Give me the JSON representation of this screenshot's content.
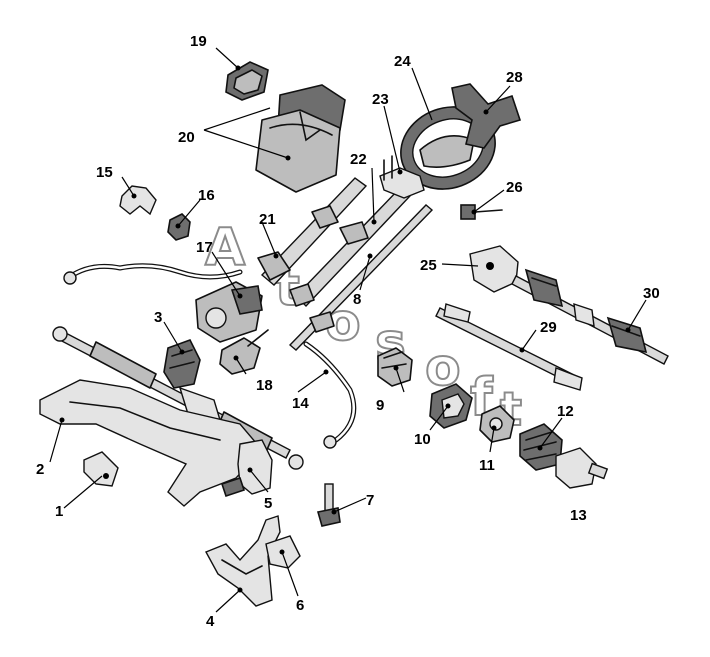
{
  "callouts": {
    "c1": "1",
    "c2": "2",
    "c3": "3",
    "c4": "4",
    "c5": "5",
    "c6": "6",
    "c7": "7",
    "c8": "8",
    "c9": "9",
    "c10": "10",
    "c11": "11",
    "c12": "12",
    "c13": "13",
    "c14": "14",
    "c15": "15",
    "c16": "16",
    "c17": "17",
    "c18": "18",
    "c19": "19",
    "c20": "20",
    "c21": "21",
    "c22": "22",
    "c23": "23",
    "c24": "24",
    "c25": "25",
    "c26": "26",
    "c28": "28",
    "c29": "29",
    "c30": "30"
  },
  "watermark": {
    "letters": [
      "A",
      "t",
      "o",
      "s",
      "o",
      "f",
      "t"
    ]
  },
  "colors": {
    "ink": "#111111",
    "part_fill": "#bdbdbd",
    "background": "#ffffff"
  }
}
